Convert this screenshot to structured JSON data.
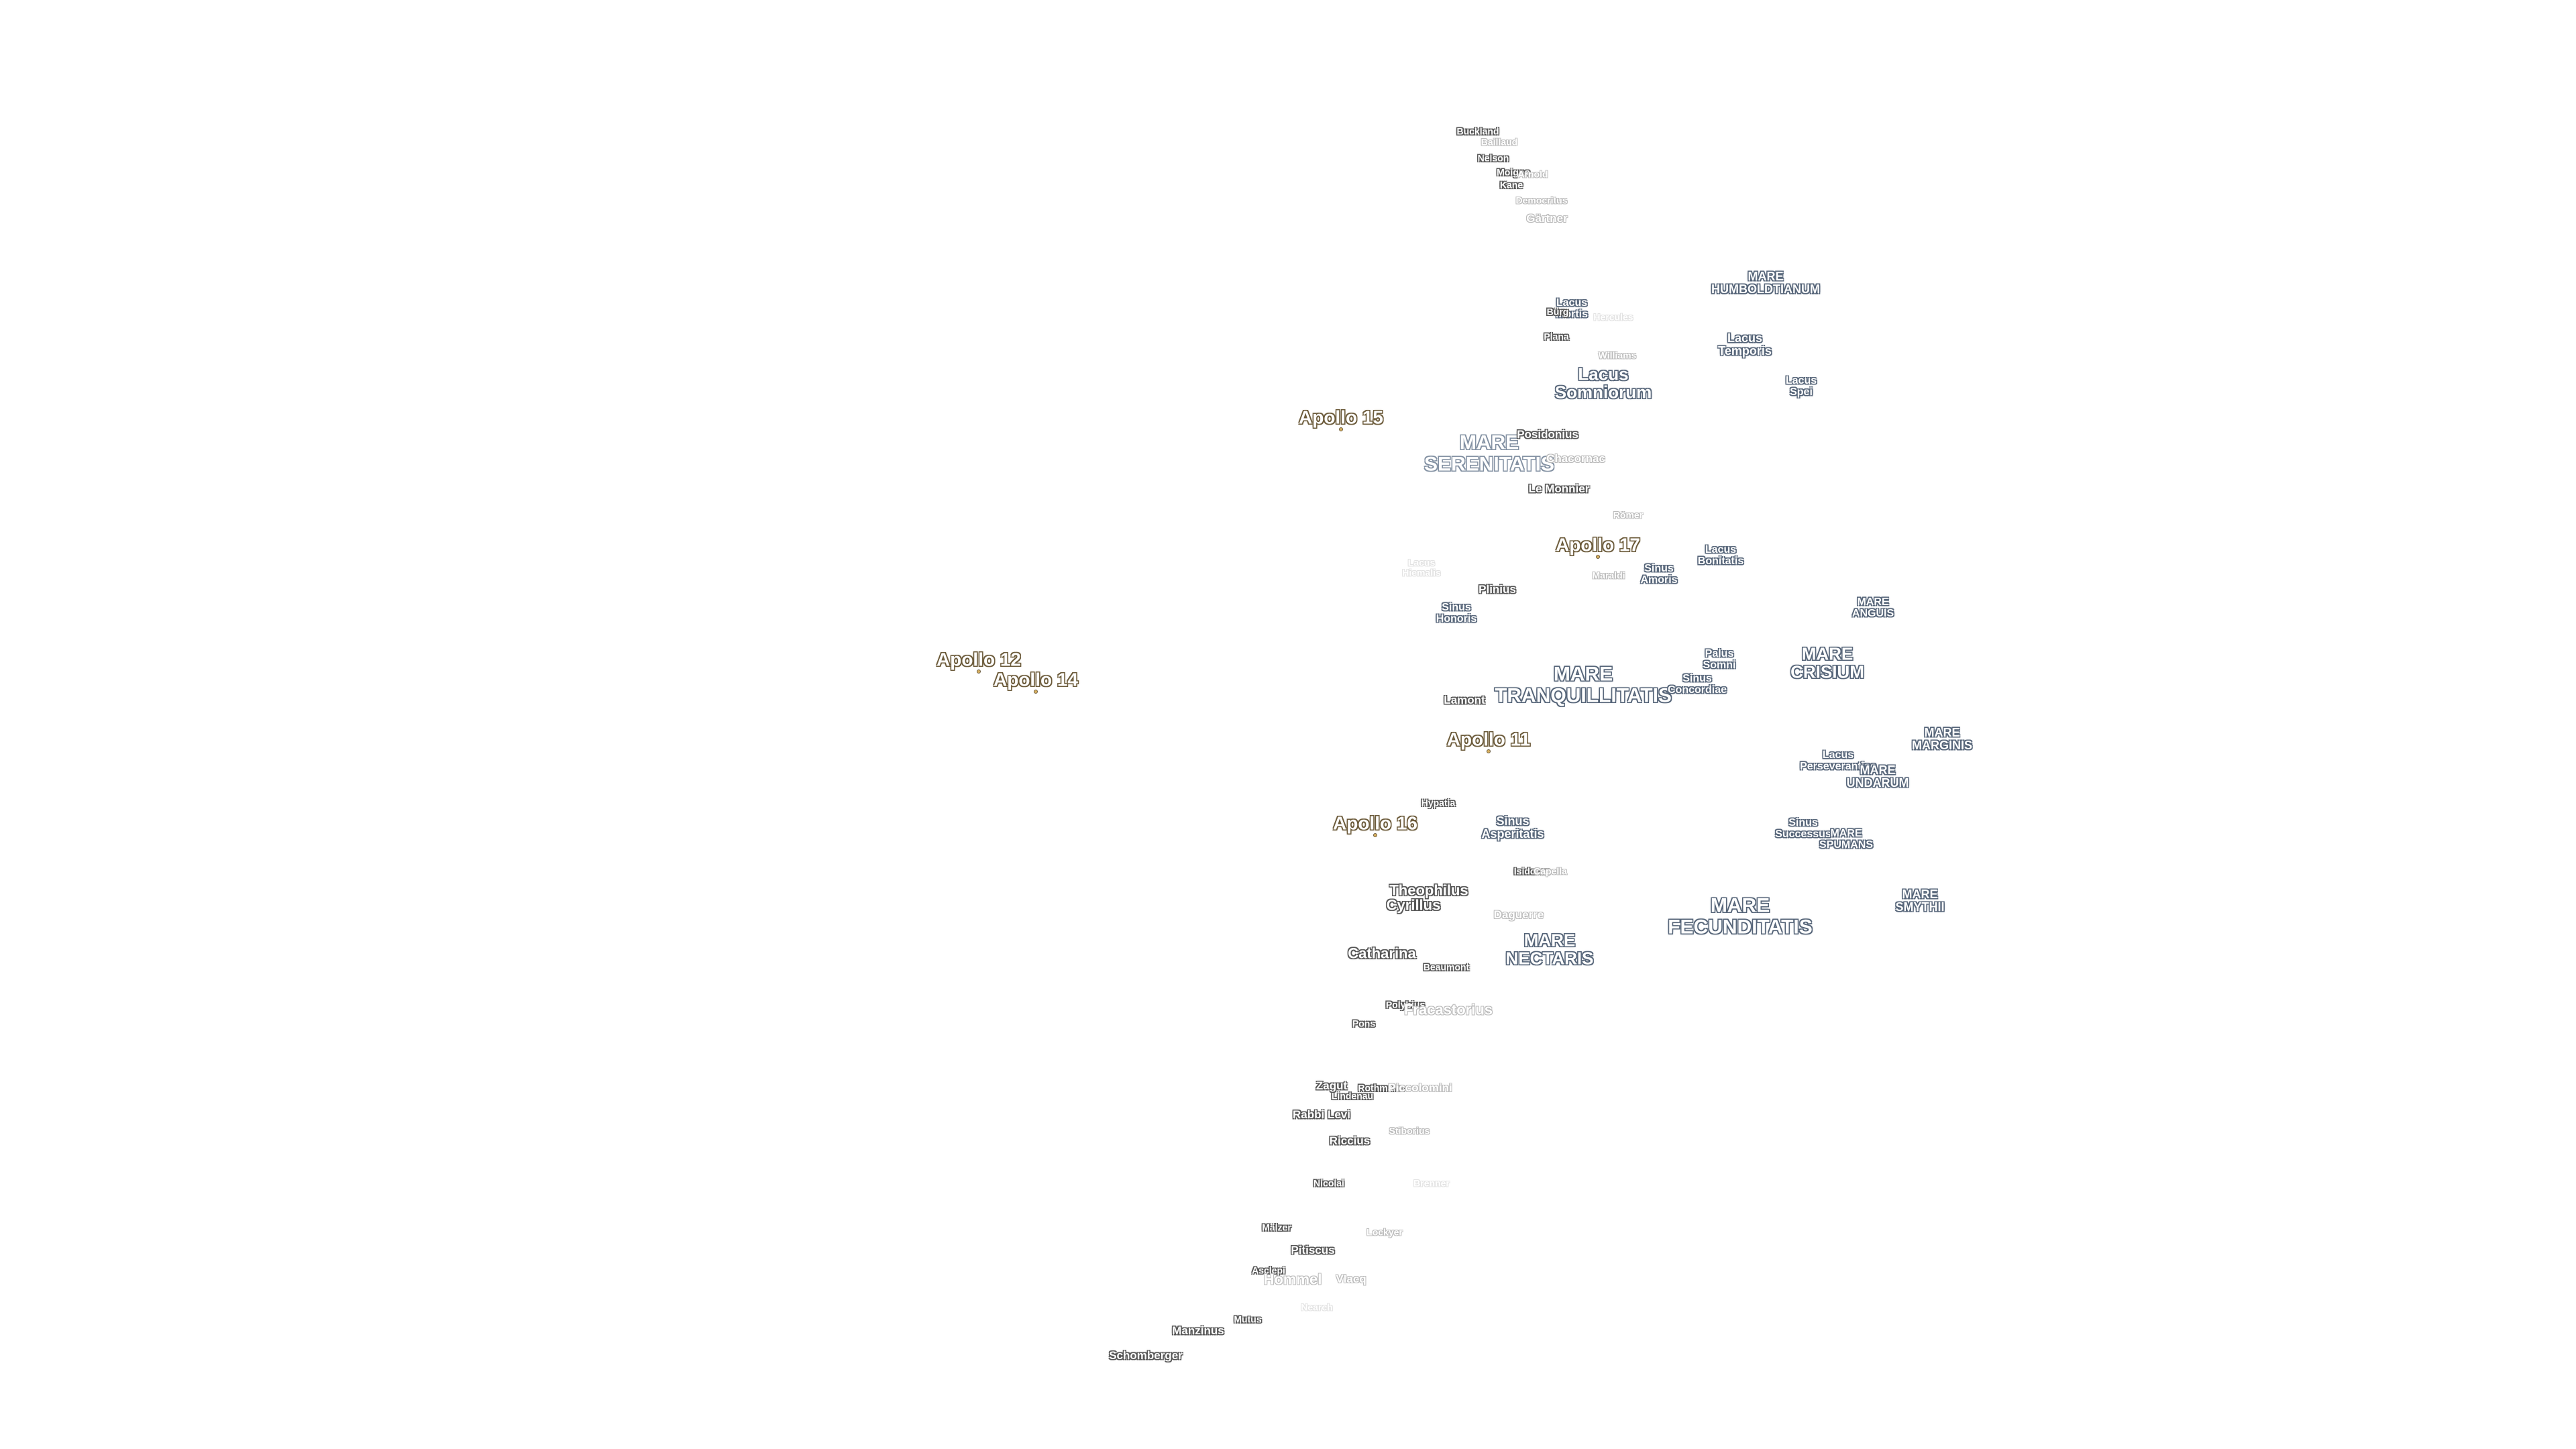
{
  "apollo_sites": [
    {
      "label": "Apollo 15"
    },
    {
      "label": "Apollo 17"
    },
    {
      "label": "Apollo 12"
    },
    {
      "label": "Apollo 14"
    },
    {
      "label": "Apollo 11"
    },
    {
      "label": "Apollo 16"
    }
  ],
  "maria": [
    {
      "lines": [
        "MARE",
        "HUMBOLDTIANUM"
      ]
    },
    {
      "lines": [
        "Lacus",
        "Temporis"
      ]
    },
    {
      "lines": [
        "Lacus",
        "Spei"
      ]
    },
    {
      "lines": [
        "Lacus",
        "Somniorum"
      ]
    },
    {
      "lines": [
        "MARE",
        "SERENITATIS"
      ]
    },
    {
      "lines": [
        "Lacus",
        "Bonitatis"
      ]
    },
    {
      "lines": [
        "Sinus",
        "Amoris"
      ]
    },
    {
      "lines": [
        "MARE",
        "ANGUIS"
      ]
    },
    {
      "lines": [
        "Sinus",
        "Honoris"
      ]
    },
    {
      "lines": [
        "Palus",
        "Somni"
      ]
    },
    {
      "lines": [
        "MARE",
        "CRISIUM"
      ]
    },
    {
      "lines": [
        "MARE",
        "TRANQUILLITATIS"
      ]
    },
    {
      "lines": [
        "Sinus",
        "Concordiae"
      ]
    },
    {
      "lines": [
        "MARE",
        "MARGINIS"
      ]
    },
    {
      "lines": [
        "Lacus",
        "Perseverantiae"
      ]
    },
    {
      "lines": [
        "MARE",
        "UNDARUM"
      ]
    },
    {
      "lines": [
        "Sinus",
        "Asperitatis"
      ]
    },
    {
      "lines": [
        "Sinus",
        "Successus"
      ]
    },
    {
      "lines": [
        "MARE",
        "SPUMANS"
      ]
    },
    {
      "lines": [
        "MARE",
        "SMYTHII"
      ]
    },
    {
      "lines": [
        "MARE",
        "FECUNDITATIS"
      ]
    },
    {
      "lines": [
        "MARE",
        "NECTARIS"
      ]
    },
    {
      "lines": [
        "Lacus",
        "Mortis"
      ]
    },
    {
      "lines": [
        "Lacus",
        "Hiemalis"
      ]
    }
  ],
  "craters": [
    {
      "label": "Buckland"
    },
    {
      "label": "Baillaud"
    },
    {
      "label": "Nelson"
    },
    {
      "label": "Moigno"
    },
    {
      "label": "Arnold"
    },
    {
      "label": "Kane"
    },
    {
      "label": "Democritus"
    },
    {
      "label": "Gärtner"
    },
    {
      "label": "Bürg"
    },
    {
      "label": "Hercules"
    },
    {
      "label": "Plana"
    },
    {
      "label": "Williams"
    },
    {
      "label": "Posidonius"
    },
    {
      "label": "Chacornac"
    },
    {
      "label": "Le Monnier"
    },
    {
      "label": "Römer"
    },
    {
      "label": "Maraldi"
    },
    {
      "label": "Plinius"
    },
    {
      "label": "Lamont"
    },
    {
      "label": "Hypatia"
    },
    {
      "label": "Isidorus"
    },
    {
      "label": "Capella"
    },
    {
      "label": "Theophilus"
    },
    {
      "label": "Cyrillus"
    },
    {
      "label": "Daguerre"
    },
    {
      "label": "Catharina"
    },
    {
      "label": "Beaumont"
    },
    {
      "label": "Polybius"
    },
    {
      "label": "Fracastorius"
    },
    {
      "label": "Pons"
    },
    {
      "label": "Zagut"
    },
    {
      "label": "Lindenau"
    },
    {
      "label": "Rothmann"
    },
    {
      "label": "Piccolomini"
    },
    {
      "label": "Rabbi Levi"
    },
    {
      "label": "Riccius"
    },
    {
      "label": "Stiborius"
    },
    {
      "label": "Nicolai"
    },
    {
      "label": "Brenner"
    },
    {
      "label": "Mälzer"
    },
    {
      "label": "Lockyer"
    },
    {
      "label": "Pitiscus"
    },
    {
      "label": "Asclepi"
    },
    {
      "label": "Hommel"
    },
    {
      "label": "Vlacq"
    },
    {
      "label": "Nearch"
    },
    {
      "label": "Mutus"
    },
    {
      "label": "Manzinus"
    },
    {
      "label": "Schomberger"
    }
  ]
}
